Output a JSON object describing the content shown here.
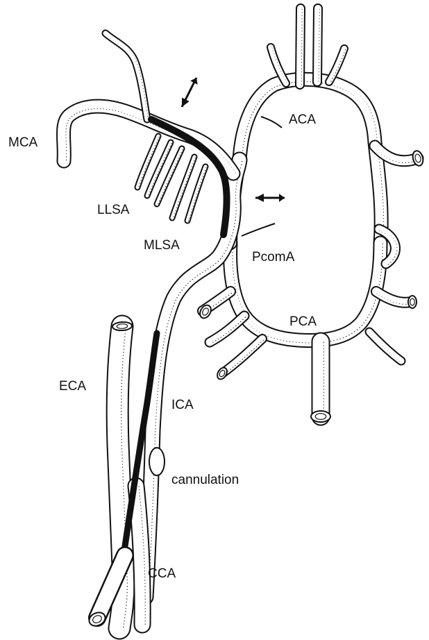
{
  "labels": {
    "mca": "MCA",
    "aca": "ACA",
    "llsa": "LLSA",
    "mlsa": "MLSA",
    "pcoma": "PcomA",
    "pca": "PCA",
    "eca": "ECA",
    "ica": "ICA",
    "cannulation": "cannulation",
    "cca": "CCA"
  },
  "colors": {
    "ink": "#111111",
    "paper": "#ffffff"
  }
}
